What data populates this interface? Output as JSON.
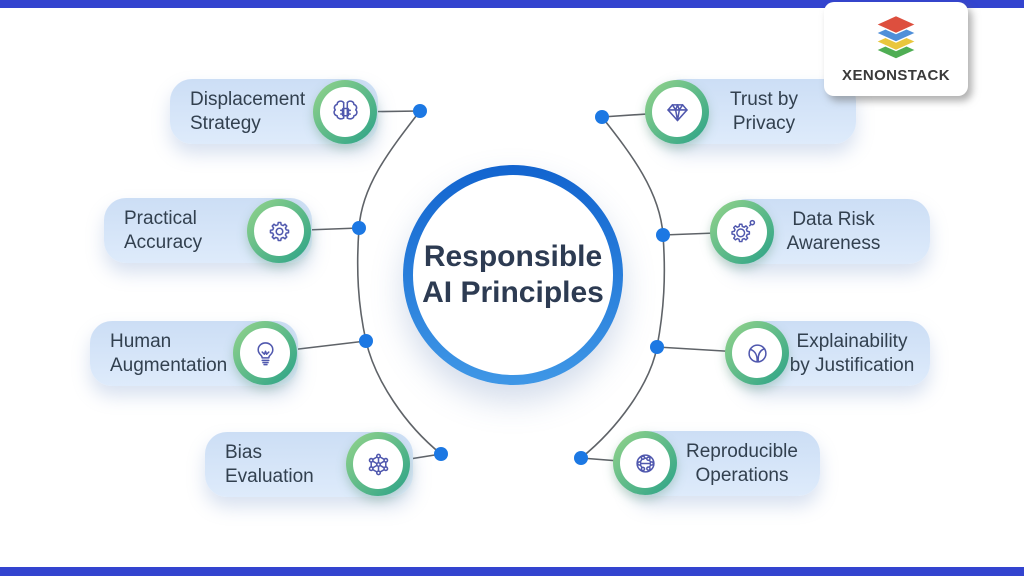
{
  "page": {
    "top_bar_color": "#3344cf",
    "bottom_bar_color": "#3344cf",
    "background": "#ffffff"
  },
  "brand": {
    "name": "XENONSTACK",
    "logo_icon": "layer-stack-icon",
    "layer_colors": [
      "#dd4f3e",
      "#4f8fd9",
      "#e9c63d",
      "#4fae54"
    ]
  },
  "center": {
    "lines": [
      "Responsible",
      "AI Principles"
    ],
    "ring_colors": [
      "#1264cf",
      "#3f97e6"
    ],
    "text_color": "#2d3b52"
  },
  "principles": [
    {
      "lines": [
        "Displacement",
        "Strategy"
      ],
      "icon": "brain-chip-icon",
      "side": "left"
    },
    {
      "lines": [
        "Practical",
        "Accuracy"
      ],
      "icon": "gear-icon",
      "side": "left"
    },
    {
      "lines": [
        "Human",
        "Augmentation"
      ],
      "icon": "lightbulb-icon",
      "side": "left"
    },
    {
      "lines": [
        "Bias",
        "Evaluation"
      ],
      "icon": "network-hexagon-icon",
      "side": "left"
    },
    {
      "lines": [
        "Trust by",
        "Privacy"
      ],
      "icon": "diamond-icon",
      "side": "right"
    },
    {
      "lines": [
        "Data Risk",
        "Awareness"
      ],
      "icon": "gear-key-icon",
      "side": "right"
    },
    {
      "lines": [
        "Explainability",
        "by Justification"
      ],
      "icon": "sphere-icon",
      "side": "right"
    },
    {
      "lines": [
        "Reproducible",
        "Operations"
      ],
      "icon": "network-circle-icon",
      "side": "right"
    }
  ],
  "colors": {
    "pill_background": [
      "#ccdef5",
      "#deebfb"
    ],
    "pill_text": "#32404f",
    "icon_ring": [
      "#95d48b",
      "#2aa287"
    ],
    "icon_stroke": "#5058ae",
    "connector_line": "#5f6368",
    "connector_dot": "#1c78e3"
  }
}
